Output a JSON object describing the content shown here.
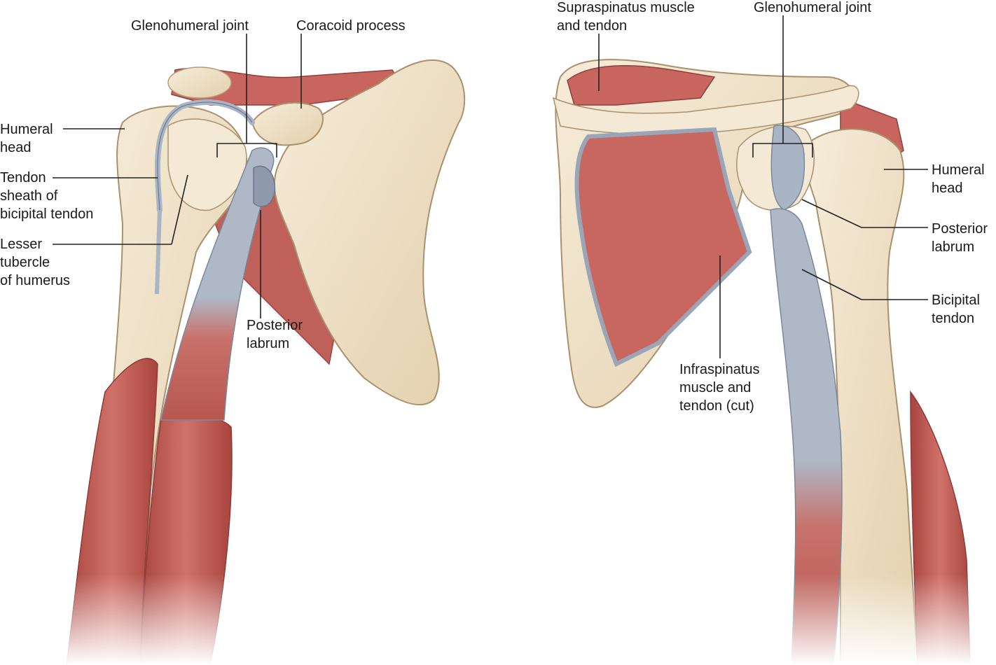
{
  "figure": {
    "left_view": {
      "labels": {
        "glenohumeral_joint": [
          "Glenohumeral joint"
        ],
        "coracoid_process": [
          "Coracoid process"
        ],
        "humeral_head": [
          "Humeral",
          "head"
        ],
        "tendon_sheath": [
          "Tendon",
          "sheath of",
          "bicipital tendon"
        ],
        "lesser_tubercle": [
          "Lesser",
          "tubercle",
          "of humerus"
        ],
        "posterior_labrum": [
          "Posterior",
          "labrum"
        ]
      }
    },
    "right_view": {
      "labels": {
        "supraspinatus": [
          "Supraspinatus muscle",
          "and tendon"
        ],
        "glenohumeral_joint": [
          "Glenohumeral joint"
        ],
        "humeral_head": [
          "Humeral",
          "head"
        ],
        "posterior_labrum": [
          "Posterior",
          "labrum"
        ],
        "bicipital_tendon": [
          "Bicipital",
          "tendon"
        ],
        "infraspinatus": [
          "Infraspinatus",
          "muscle and",
          "tendon (cut)"
        ]
      }
    },
    "colors": {
      "bone": "#f1e4cc",
      "bone_shadow": "#d9c6a3",
      "muscle": "#c8615a",
      "muscle_dark": "#a8443f",
      "tendon": "#a9b4c4",
      "tendon_dark": "#8e9aab",
      "leader": "#222222"
    }
  }
}
